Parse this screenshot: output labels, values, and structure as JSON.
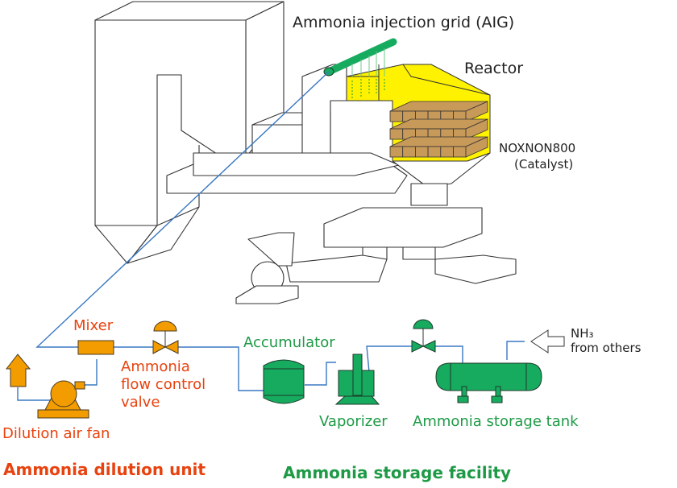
{
  "diagram": {
    "title": "SCR denitration system with ammonia injection",
    "labels": {
      "aig": "Ammonia injection grid (AIG)",
      "reactor": "Reactor",
      "catalyst_name": "NOXNON800",
      "catalyst_sub": "(Catalyst)",
      "mixer": "Mixer",
      "flow_valve_line1": "Ammonia",
      "flow_valve_line2": "flow control",
      "flow_valve_line3": "valve",
      "dilution_fan": "Dilution air fan",
      "accumulator": "Accumulator",
      "vaporizer": "Vaporizer",
      "storage_tank": "Ammonia storage tank",
      "nh3_line1": "NH₃",
      "nh3_line2": "from others"
    },
    "sections": {
      "dilution_unit": "Ammonia dilution unit",
      "storage_facility": "Ammonia storage facility"
    },
    "colors": {
      "dilution_unit": "#e8420f",
      "storage_facility": "#1e9a46",
      "equipment_orange": "#f29c00",
      "equipment_green": "#17ab5f",
      "pipe": "#3a78c3",
      "reactor_fill": "#fff200",
      "catalyst_fill": "#c89a5a"
    },
    "icons": {
      "boiler": "boiler-outline-icon",
      "reactor": "reactor-icon",
      "catalyst": "catalyst-block-icon",
      "injection_grid": "injection-pipe-icon",
      "mixer": "mixer-icon",
      "valve": "control-valve-icon",
      "fan": "fan-pump-icon",
      "air_intake": "air-intake-arrow-icon",
      "accumulator": "tank-vertical-icon",
      "vaporizer": "vaporizer-icon",
      "storage_tank": "tank-horizontal-icon",
      "inlet_arrow": "hollow-arrow-left-icon"
    }
  }
}
